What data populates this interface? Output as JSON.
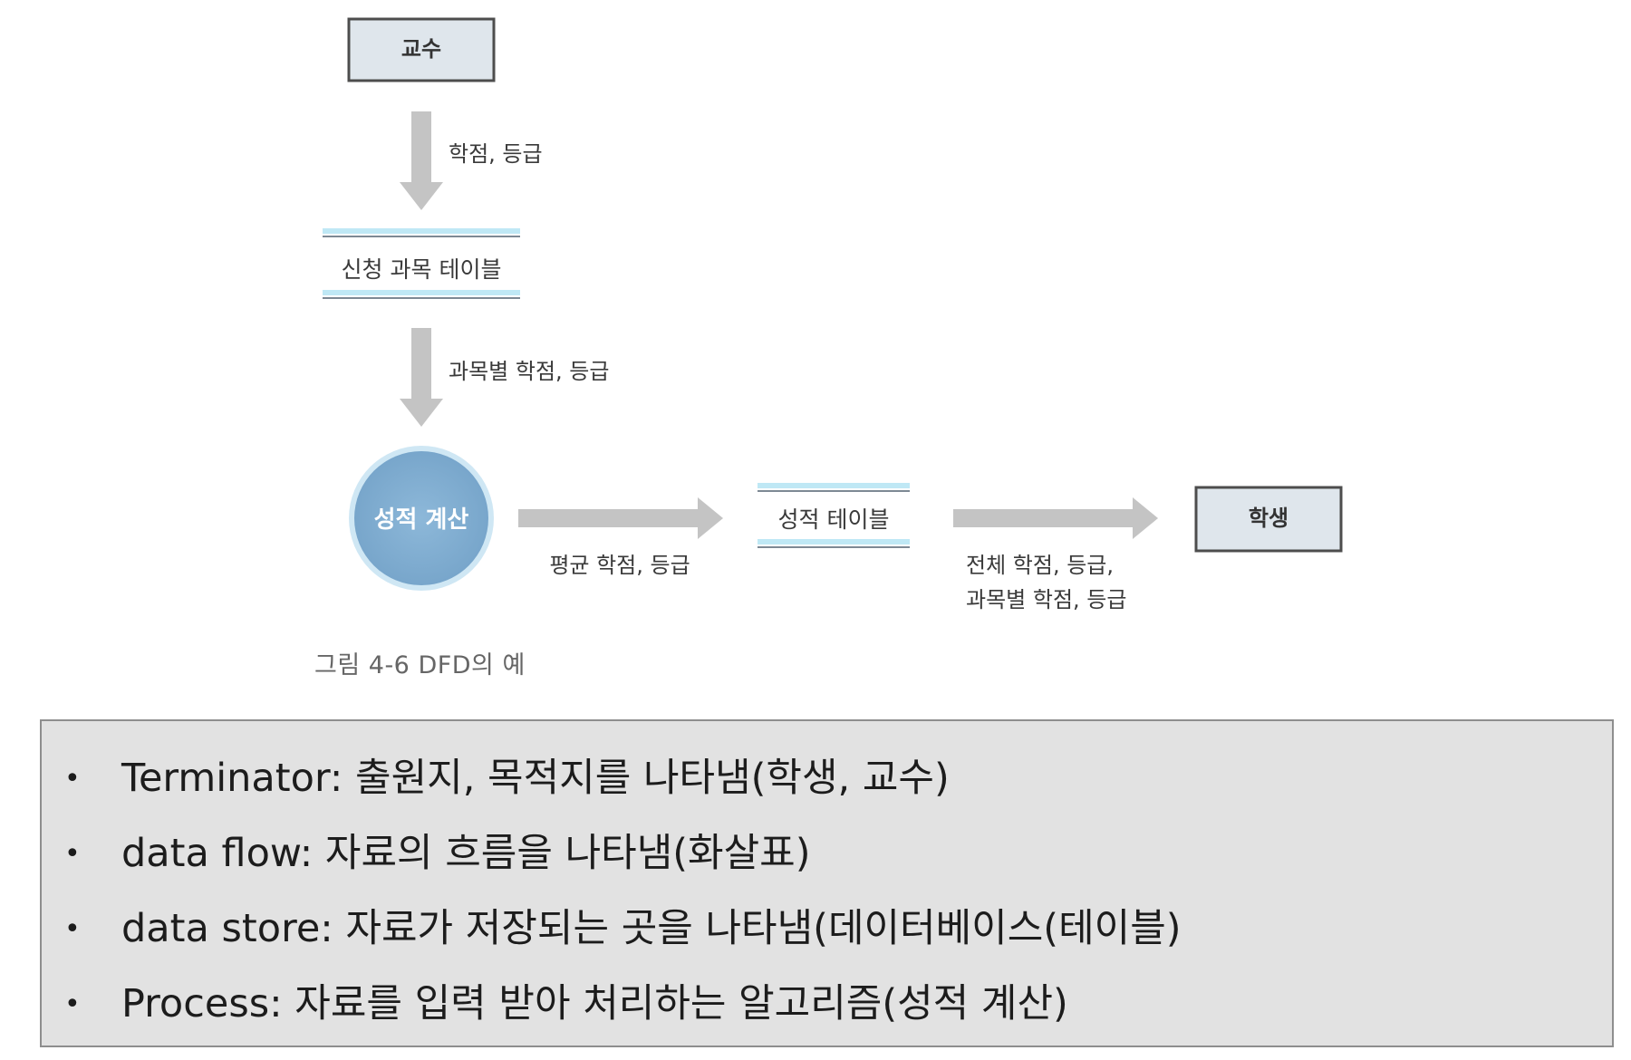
{
  "diagram": {
    "nodes": {
      "professor": "교수",
      "enrollment_table": "신청 과목 테이블",
      "grade_calc": "성적 계산",
      "grade_table": "성적 테이블",
      "student": "학생"
    },
    "flows": {
      "f1": "학점, 등급",
      "f2": "과목별 학점, 등급",
      "f3": "평균 학점, 등급",
      "f4_line1": "전체 학점, 등급,",
      "f4_line2": "과목별 학점, 등급"
    },
    "caption": "그림 4-6  DFD의 예"
  },
  "legend": {
    "bullet": "•",
    "items": [
      "Terminator: 출원지, 목적지를 나타냄(학생, 교수)",
      "data flow: 자료의 흐름을 나타냄(화살표)",
      "data store: 자료가 저장되는 곳을 나타냄(데이터베이스(테이블)",
      "Process: 자료를 입력 받아 처리하는 알고리즘(성적 계산)"
    ]
  },
  "colors": {
    "terminator_fill": "#dfe6ec",
    "terminator_border": "#4d4d4d",
    "process_fill": "#84b0d2",
    "process_glow": "#cfe7f4",
    "store_line_light": "#bfe8f5",
    "store_line_dark": "#7d8994",
    "arrow": "#c4c4c4",
    "legend_bg": "#e2e2e2"
  }
}
